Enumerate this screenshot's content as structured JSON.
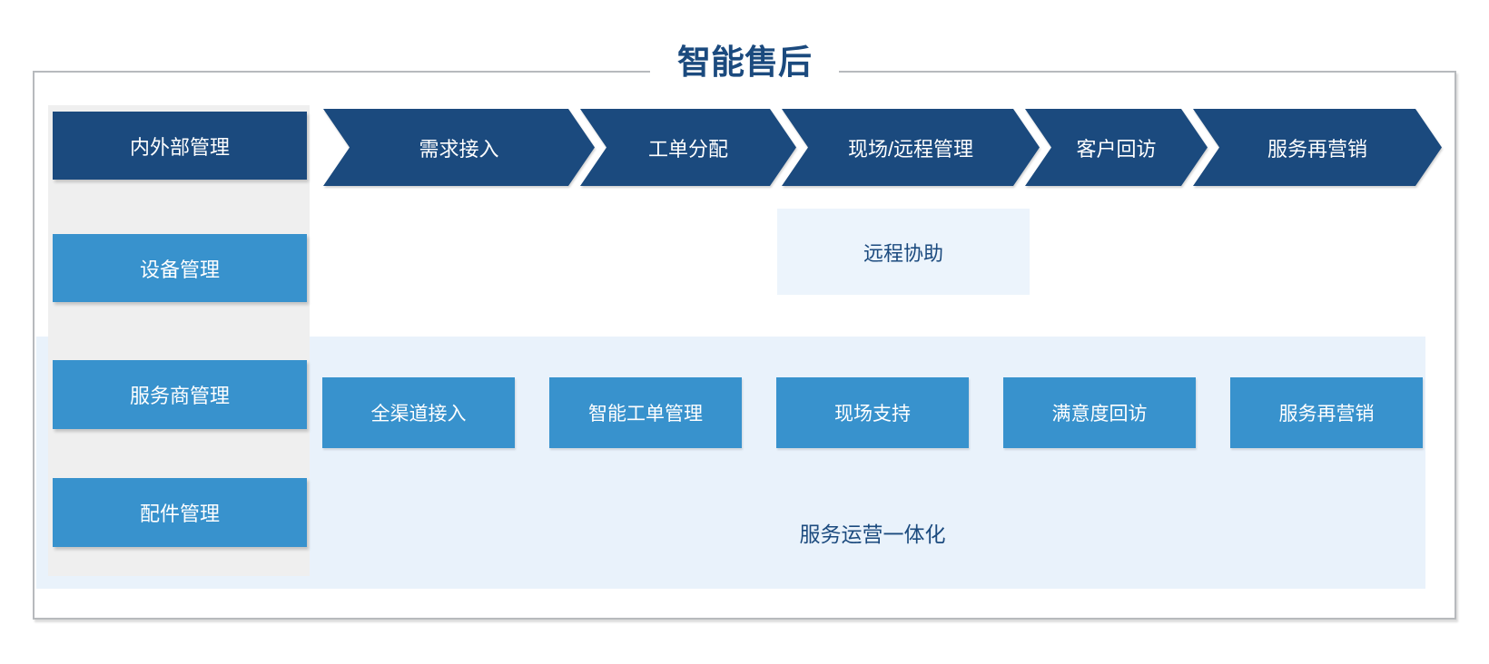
{
  "title": "智能售后",
  "sidebar": {
    "items": [
      {
        "label": "内外部管理"
      },
      {
        "label": "设备管理"
      },
      {
        "label": "服务商管理"
      },
      {
        "label": "配件管理"
      }
    ]
  },
  "flow": {
    "steps": [
      {
        "label": "需求接入"
      },
      {
        "label": "工单分配"
      },
      {
        "label": "现场/远程管理"
      },
      {
        "label": "客户回访"
      },
      {
        "label": "服务再营销"
      }
    ]
  },
  "remote_assist": {
    "label": "远程协助"
  },
  "capabilities": {
    "items": [
      {
        "label": "全渠道接入"
      },
      {
        "label": "智能工单管理"
      },
      {
        "label": "现场支持"
      },
      {
        "label": "满意度回访"
      },
      {
        "label": "服务再营销"
      }
    ]
  },
  "ops_band": {
    "label": "服务运营一体化"
  },
  "colors": {
    "navy": "#1b4a7e",
    "medium_blue": "#3892cd",
    "light_blue_band": "#e9f2fb",
    "lighter_blue_box": "#ecf4fc",
    "sidebar_gray": "#efefef",
    "frame_border": "#b7babd",
    "title_text": "#1b4a7e"
  }
}
